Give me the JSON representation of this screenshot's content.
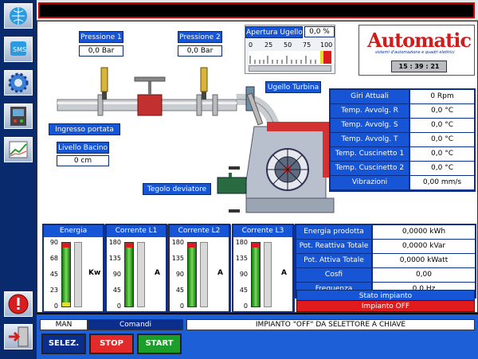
{
  "sidebar": {
    "icons": [
      "globe-icon",
      "sms-icon",
      "gear-icon",
      "panel-icon",
      "chart-icon",
      "alarm-icon",
      "exit-icon"
    ],
    "sms_text": "SMS"
  },
  "sensors": {
    "pressione1": {
      "label": "Pressione 1",
      "value": "0,0 Bar"
    },
    "pressione2": {
      "label": "Pressione 2",
      "value": "0,0 Bar"
    },
    "ingresso": "Ingresso portata",
    "livello": {
      "label": "Livello Bacino",
      "value": "0 cm"
    },
    "ugello_turbina": "Ugello Turbina",
    "tegolo": "Tegolo deviatore"
  },
  "apertura": {
    "label": "Apertura Ugello",
    "value": "0,0 %",
    "ticks": [
      "0",
      "25",
      "50",
      "75",
      "100"
    ],
    "level": 0
  },
  "brand": {
    "logo": "Automatic",
    "tagline": "sistemi d'automazione e quadri elettrici",
    "clock": "15 : 39 : 21"
  },
  "turbine_table": [
    {
      "k": "Giri Attuali",
      "v": "0 Rpm"
    },
    {
      "k": "Temp. Avvolg. R",
      "v": "0,0 °C"
    },
    {
      "k": "Temp. Avvolg. S",
      "v": "0,0 °C"
    },
    {
      "k": "Temp. Avvolg. T",
      "v": "0,0 °C"
    },
    {
      "k": "Temp. Cuscinetto 1",
      "v": "0,0 °C"
    },
    {
      "k": "Temp. Cuscinetto 2",
      "v": "0,0 °C"
    },
    {
      "k": "Vibrazioni",
      "v": "0,00 mm/s"
    }
  ],
  "gauges": [
    {
      "title": "Energia prodotta",
      "unit": "Kw",
      "ticks": [
        "90",
        "68",
        "45",
        "23",
        "0"
      ],
      "level": 0
    },
    {
      "title": "Corrente L1",
      "unit": "A",
      "ticks": [
        "180",
        "135",
        "90",
        "45",
        "0"
      ],
      "level": 0
    },
    {
      "title": "Corrente L2",
      "unit": "A",
      "ticks": [
        "180",
        "135",
        "90",
        "45",
        "0"
      ],
      "level": 0
    },
    {
      "title": "Corrente L3",
      "unit": "A",
      "ticks": [
        "180",
        "135",
        "90",
        "45",
        "0"
      ],
      "level": 0
    }
  ],
  "energy_table": [
    {
      "k": "Energia prodotta",
      "v": "0,0000 kWh"
    },
    {
      "k": "Pot. Reattiva Totale",
      "v": "0,0000 kVar"
    },
    {
      "k": "Pot. Attiva Totale",
      "v": "0,0000 kWatt"
    },
    {
      "k": "Cosfi",
      "v": "0,00"
    },
    {
      "k": "Frequenza",
      "v": "0,0 Hz"
    }
  ],
  "stato": {
    "label": "Stato impianto",
    "value": "Impianto OFF"
  },
  "bottom": {
    "mode": "MAN",
    "comandi": "Comandi",
    "message": "IMPIANTO \"OFF\" DA SELETTORE A CHIAVE",
    "selez": "SELEZ.",
    "stop": "STOP",
    "start": "START"
  },
  "colors": {
    "accent": "#1555d6",
    "dark": "#0b2e8c",
    "alarm": "#e11b1b",
    "start": "#1b9e2a"
  }
}
